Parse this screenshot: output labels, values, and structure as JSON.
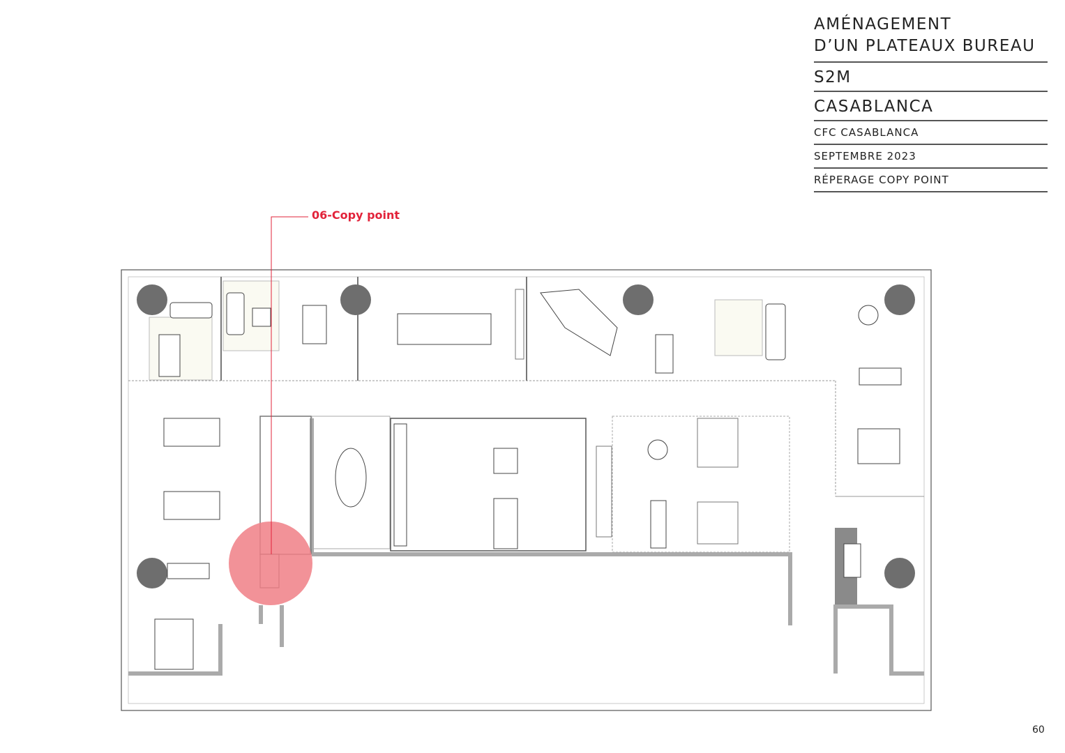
{
  "title_block": {
    "title_lines": [
      "AMÉNAGEMENT",
      "D’UN PLATEAUX BUREAU"
    ],
    "client": "S2M",
    "city": "CASABLANCA",
    "site": "CFC CASABLANCA",
    "date": "SEPTEMBRE 2023",
    "sheet": "RÉPERAGE COPY POINT"
  },
  "callout": {
    "label": "06-Copy point",
    "color": "#e2233a"
  },
  "page_number": "60",
  "colors": {
    "walls": "#9a9a9a",
    "lines": "#333333",
    "planter": "#6e6e6e",
    "highlight": "#f07f86"
  }
}
